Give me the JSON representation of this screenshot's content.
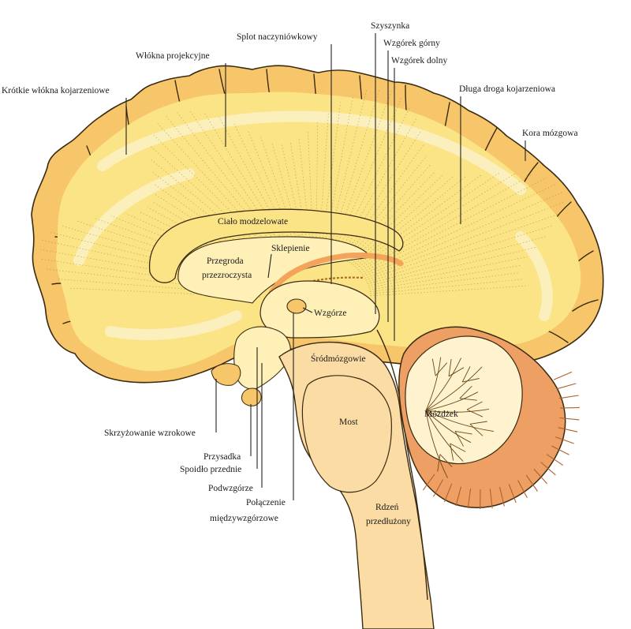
{
  "colors": {
    "cortex": "#f7c56a",
    "cortex_outline": "#3a2a10",
    "white_matter": "#fbe486",
    "light_streak": "#fbf3cf",
    "inner_fill": "#fff0b8",
    "brainstem": "#fbdca5",
    "cerebellum_orange": "#eea064",
    "cerebellum_inner": "#fff3cf",
    "accent_orange": "#f3a35a"
  },
  "labels": {
    "kratkie_wlokna": "Krótkie włókna kojarzeniowe",
    "wlokna_projekcyjne": "Włókna projekcyjne",
    "splot": "Splot naczyniówkowy",
    "szyszynka": "Szyszynka",
    "wzgorek_gorny": "Wzgórek górny",
    "wzgorek_dolny": "Wzgórek dolny",
    "dluga_droga": "Długa droga kojarzeniowa",
    "kora": "Kora mózgowa",
    "cialo": "Ciało modzelowate",
    "sklepienie": "Sklepienie",
    "przegroda_1": "Przegroda",
    "przegroda_2": "przezroczysta",
    "wzgorze": "Wzgórze",
    "srodmozgowie": "Śródmózgowie",
    "most": "Most",
    "mozdzek": "Móżdżek",
    "skrzyzowanie": "Skrzyżowanie wzrokowe",
    "przysadka": "Przysadka",
    "spoidlo": "Spoidło przednie",
    "podwzgorze": "Podwzgórze",
    "polaczenie_1": "Połączenie",
    "polaczenie_2": "międzywzgórzowe",
    "rdzen_1": "Rdzeń",
    "rdzen_2": "przedłużony"
  }
}
